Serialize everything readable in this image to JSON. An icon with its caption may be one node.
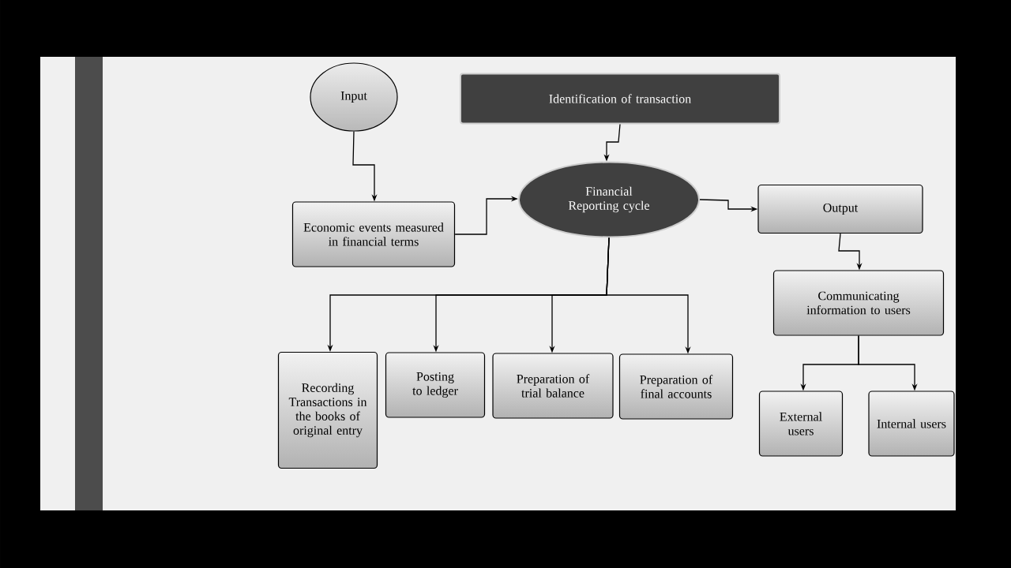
{
  "diagram": {
    "nodes": [
      {
        "text": [
          "Input"
        ]
      },
      {
        "text": [
          "Identification of transaction"
        ]
      },
      {
        "text": [
          "Economic events measured in financial terms"
        ]
      },
      {
        "text": [
          "Financial Reporting cycle"
        ]
      },
      {
        "text": [
          "Output"
        ]
      },
      {
        "text": [
          "Recording Transactions in the books of original entry"
        ]
      },
      {
        "text": [
          "Posting to ledger"
        ]
      },
      {
        "text": [
          "Preparation of trial balance"
        ]
      },
      {
        "text": [
          "Preparation of final accounts"
        ]
      },
      {
        "text": [
          "Communicating information to users"
        ]
      },
      {
        "text": [
          "External users"
        ]
      },
      {
        "text": [
          "Internal users"
        ]
      }
    ],
    "edges": [
      {
        "from": 0,
        "to": 2,
        "arrow": "to"
      },
      {
        "from": 1,
        "to": 3,
        "arrow": "to"
      },
      {
        "from": 2,
        "to": 3,
        "arrow": "to"
      },
      {
        "from": 3,
        "to": 4,
        "arrow": "to"
      },
      {
        "from": 3,
        "to": 5,
        "arrow": "to"
      },
      {
        "from": 3,
        "to": 6,
        "arrow": "to"
      },
      {
        "from": 3,
        "to": 7,
        "arrow": "to"
      },
      {
        "from": 3,
        "to": 8,
        "arrow": "to"
      },
      {
        "from": 4,
        "to": 9,
        "arrow": "to"
      },
      {
        "from": 9,
        "to": 10,
        "arrow": "to"
      },
      {
        "from": 9,
        "to": 11,
        "arrow": "to"
      }
    ]
  }
}
